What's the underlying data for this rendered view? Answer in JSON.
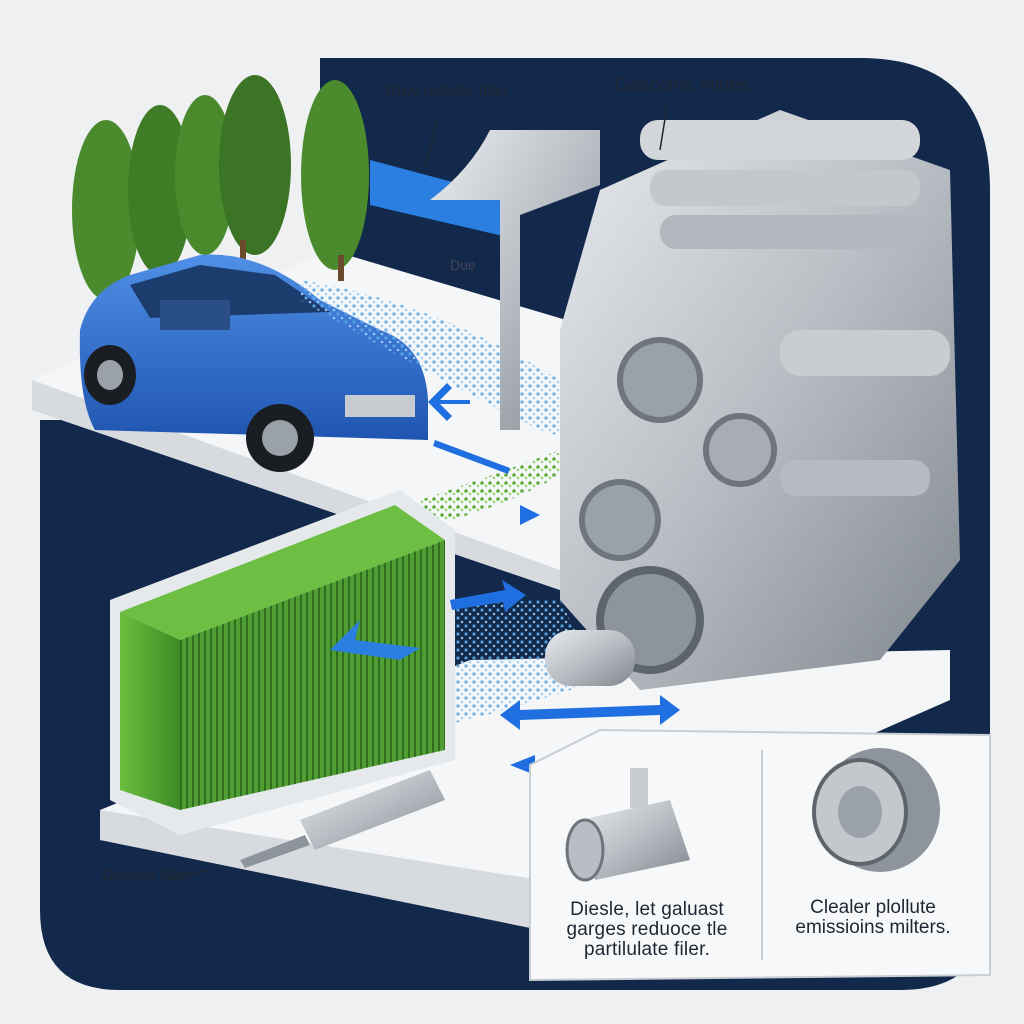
{
  "labels": {
    "raw_pollute_filter": "Raw pallute filler",
    "gasoline_engines": "Gascolne inines",
    "due": "Due",
    "diesel_filter": "Diesole filter",
    "panel_left_caption": "Diesle, let galuast garges reduoce tle partilulate filer.",
    "panel_right_caption": "Clealer plollute emissioins milters."
  },
  "colors": {
    "navy_background": "#13294b",
    "accent_blue": "#2b7fe0",
    "filter_green": "#5aa83a",
    "car_blue": "#2e6fd0",
    "engine_metal": "#b9bec4",
    "particle_blue": "#6fb6ee"
  }
}
